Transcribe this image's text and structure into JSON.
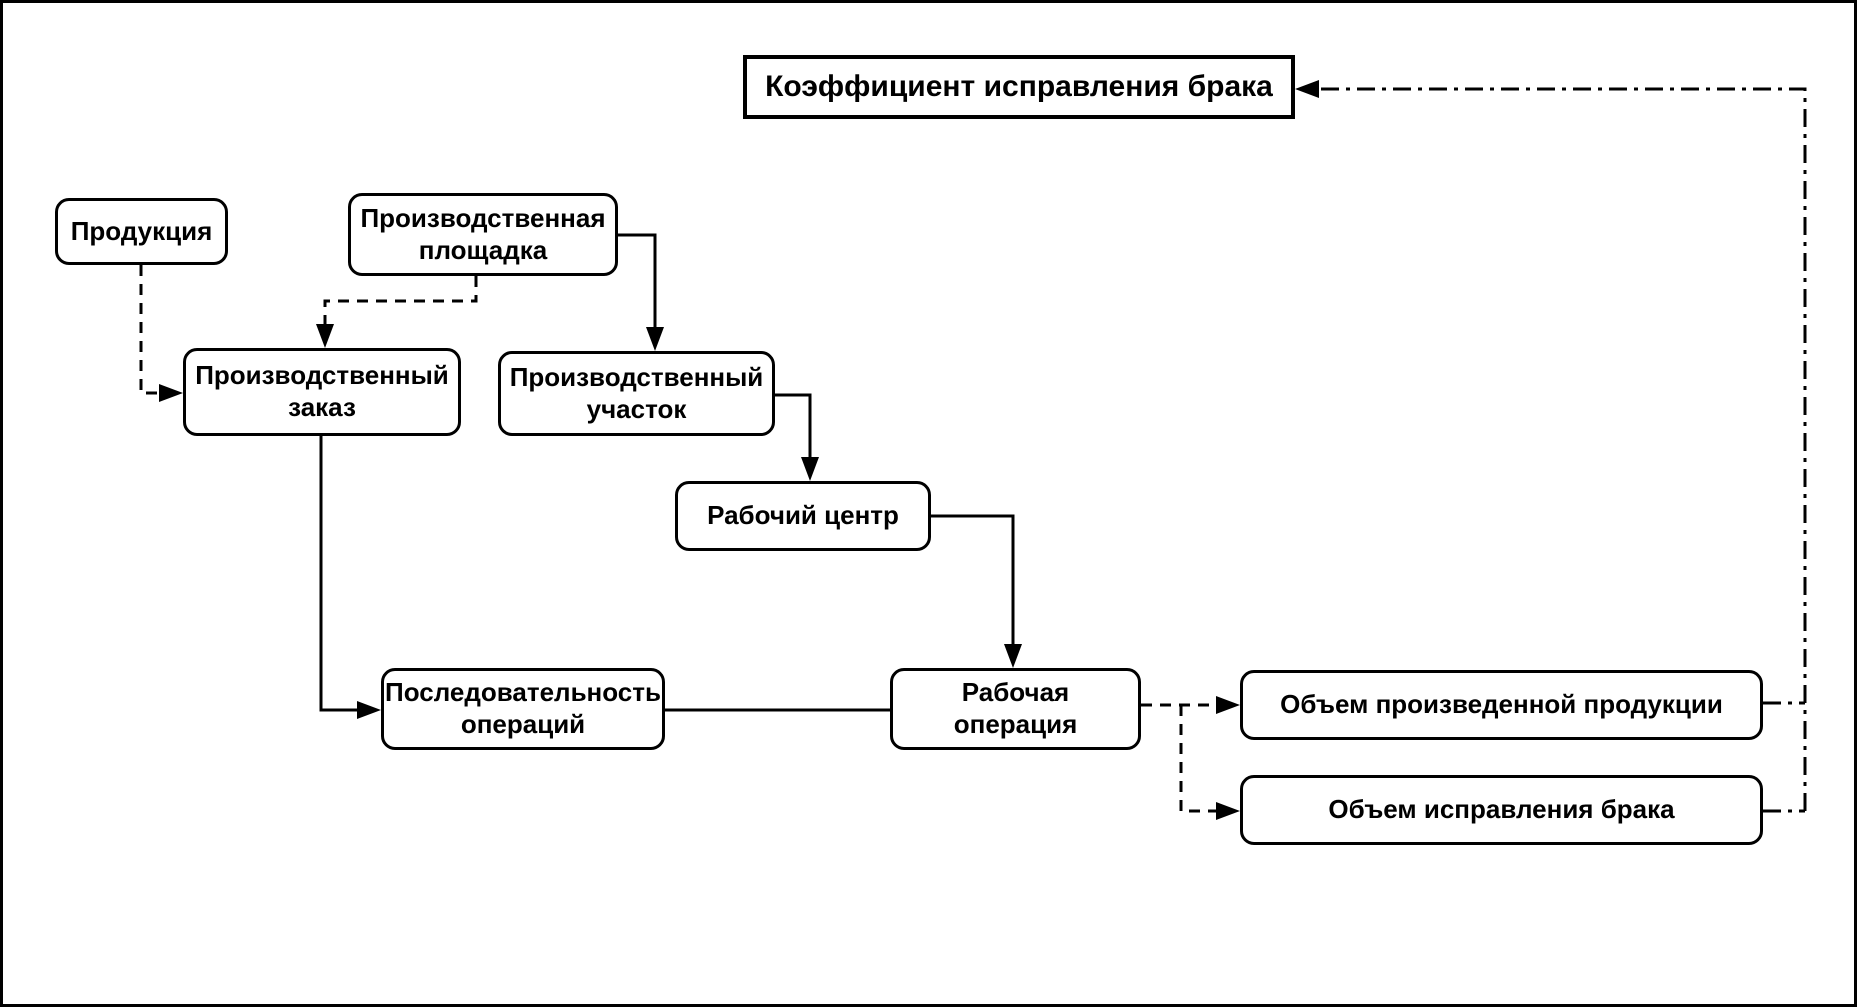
{
  "diagram": {
    "title": "Коэффициент исправления брака",
    "nodes": {
      "product": "Продукция",
      "site": "Производственная площадка",
      "order": "Производственный заказ",
      "section": "Производственный участок",
      "work_center": "Рабочий центр",
      "op_sequence": "Последовательность операций",
      "work_operation": "Рабочая операция",
      "produced_volume": "Объем произведенной продукции",
      "rework_volume": "Объем исправления брака"
    },
    "edges": [
      {
        "from": "product",
        "to": "order",
        "style": "dashed",
        "arrow": true
      },
      {
        "from": "site",
        "to": "order",
        "style": "dashed",
        "arrow": true
      },
      {
        "from": "site",
        "to": "section",
        "style": "solid",
        "arrow": true
      },
      {
        "from": "section",
        "to": "work_center",
        "style": "solid",
        "arrow": true
      },
      {
        "from": "work_center",
        "to": "work_operation",
        "style": "solid",
        "arrow": true
      },
      {
        "from": "order",
        "to": "op_sequence",
        "style": "solid",
        "arrow": true
      },
      {
        "from": "op_sequence",
        "to": "work_operation",
        "style": "solid",
        "arrow": false
      },
      {
        "from": "work_operation",
        "to": "produced_volume",
        "style": "dashed",
        "arrow": true
      },
      {
        "from": "work_operation",
        "to": "rework_volume",
        "style": "dashed",
        "arrow": true
      },
      {
        "from": "produced_volume",
        "to": "title",
        "style": "dash_dot",
        "arrow": true
      },
      {
        "from": "rework_volume",
        "to": "title",
        "style": "dash_dot",
        "arrow": true
      }
    ],
    "colors": {
      "line": "#000000",
      "box_fill": "#ffffff",
      "box_border": "#000000",
      "text": "#000000",
      "background": "#ffffff"
    }
  }
}
